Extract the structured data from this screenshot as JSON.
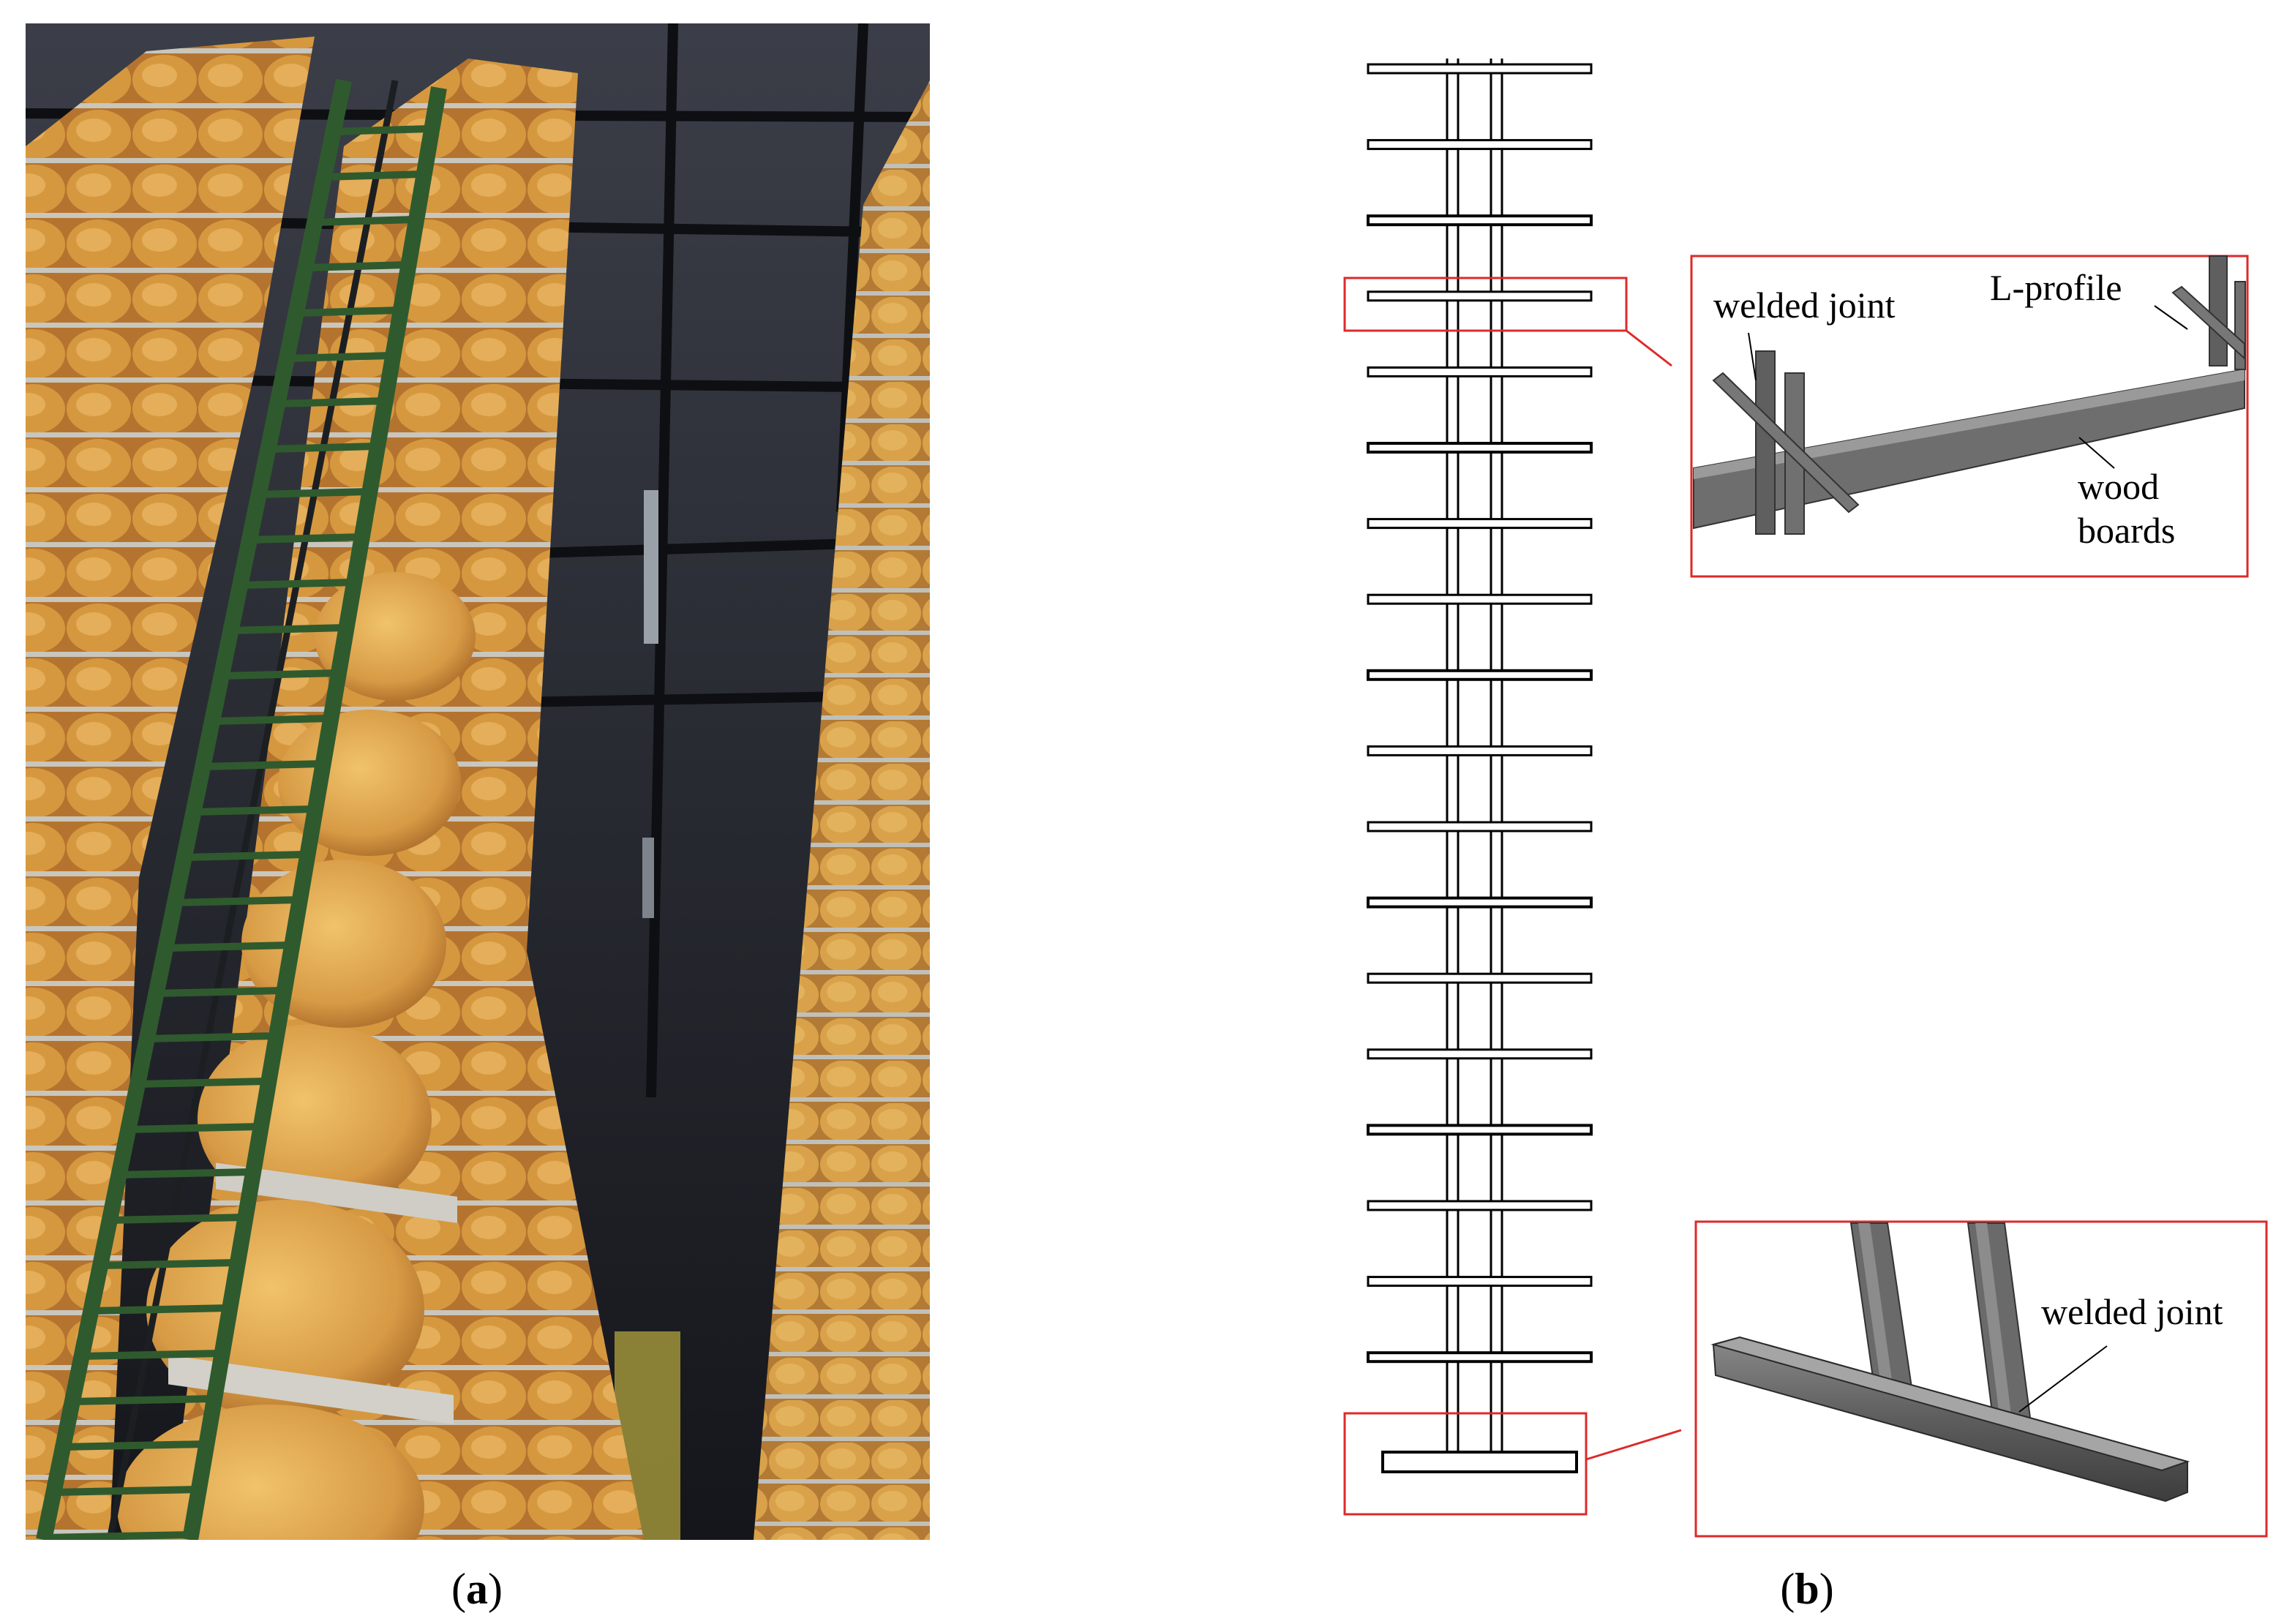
{
  "panels": {
    "a": {
      "caption_open": "(",
      "caption_letter": "a",
      "caption_close": ")"
    },
    "b": {
      "caption_open": "(",
      "caption_letter": "b",
      "caption_close": ")"
    }
  },
  "callouts": {
    "top": {
      "label_welded": "welded joint",
      "label_lprofile": "L-profile",
      "label_wood_1": "wood",
      "label_wood_2": "boards"
    },
    "bottom": {
      "label_welded": "welded joint"
    }
  },
  "colors": {
    "highlight": "#dd2a2a",
    "steel_dark": "#4f4f4f",
    "steel_mid": "#6e6e6e",
    "steel_light": "#9a9a9a",
    "rack_green": "#2f5a2e",
    "cheese": "#d9a24a",
    "cheese_rind": "#c97c3a",
    "ceiling": "#2a2d36"
  },
  "shelf_count": 18
}
